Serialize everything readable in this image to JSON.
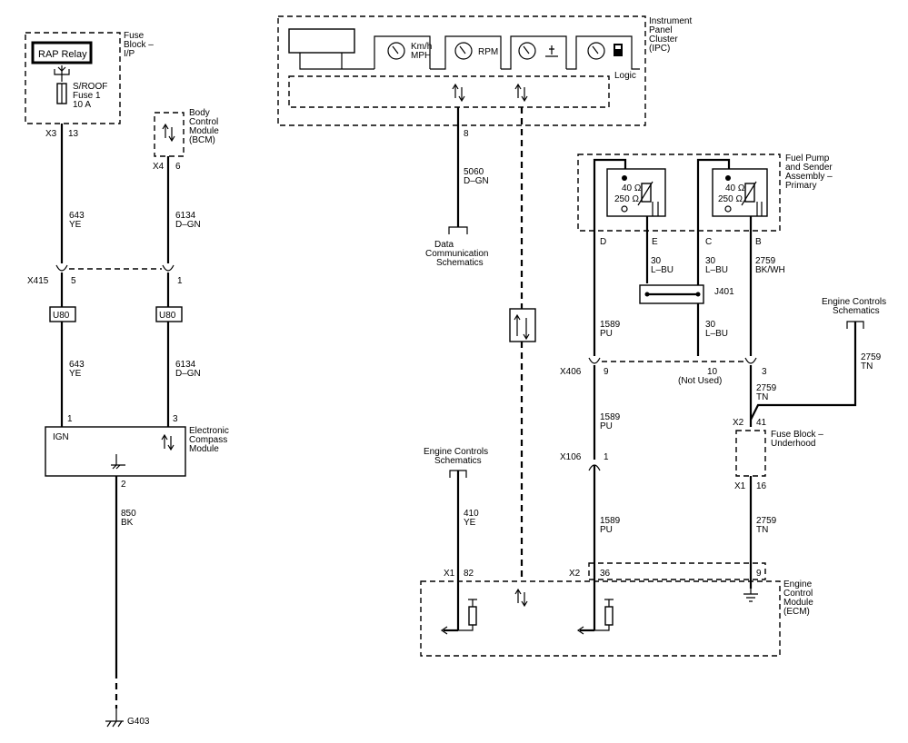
{
  "fuse_block_ip": {
    "label": [
      "Fuse",
      "Block –",
      "I/P"
    ],
    "relay": "RAP Relay",
    "fuse_label": [
      "S/ROOF",
      "Fuse 1",
      "10 A"
    ],
    "connector": "X3",
    "pin": "13"
  },
  "bcm": {
    "label": [
      "Body",
      "Control",
      "Module",
      "(BCM)"
    ],
    "connector": "X4",
    "pin": "6"
  },
  "wires": {
    "w643": [
      "643",
      "YE"
    ],
    "w6134": [
      "6134",
      "D–GN"
    ],
    "w5060": [
      "5060",
      "D–GN"
    ],
    "w850": [
      "850",
      "BK"
    ],
    "w410": [
      "410",
      "YE"
    ],
    "w1589": [
      "1589",
      "PU"
    ],
    "w30": [
      "30",
      "L–BU"
    ],
    "w2759_bkwh": [
      "2759",
      "BK/WH"
    ],
    "w2759_tn": [
      "2759",
      "TN"
    ]
  },
  "x415": {
    "connector": "X415",
    "pin_left": "5",
    "pin_right": "1",
    "option": "U80"
  },
  "compass": {
    "label": [
      "Electronic",
      "Compass",
      "Module"
    ],
    "ign": "IGN",
    "pin1": "1",
    "pin3": "3",
    "pin2": "2"
  },
  "ground": "G403",
  "ipc": {
    "label": [
      "Instrument",
      "Panel",
      "Cluster",
      "(IPC)"
    ],
    "kmh": [
      "Km/h",
      "MPH"
    ],
    "rpm": "RPM",
    "logic": "Logic",
    "pin": "8"
  },
  "data_comm": [
    "Data",
    "Communication",
    "Schematics"
  ],
  "fuel_pump": {
    "label": [
      "Fuel Pump",
      "and Sender",
      "Assembly –",
      "Primary"
    ],
    "ohm_high": "40 Ω",
    "ohm_low": "250 Ω",
    "pins": [
      "D",
      "E",
      "C",
      "B"
    ]
  },
  "j401": "J401",
  "engine_controls_1": [
    "Engine Controls",
    "Schematics"
  ],
  "engine_controls_2": [
    "Engine Controls",
    "Schematics"
  ],
  "x406": {
    "connector": "X406",
    "pin_left": "9",
    "pin_mid": "10",
    "not_used": "(Not Used)",
    "pin_right": "3"
  },
  "x106": {
    "connector": "X106",
    "pin": "1"
  },
  "fuse_underhood": {
    "label": [
      "Fuse Block –",
      "Underhood"
    ],
    "x2": "X2",
    "x2pin": "41",
    "x1": "X1",
    "x1pin": "16"
  },
  "ecm": {
    "label": [
      "Engine",
      "Control",
      "Module",
      "(ECM)"
    ],
    "x1": "X1",
    "x1pin": "82",
    "x2": "X2",
    "x2pin": "36",
    "pin9": "9"
  }
}
